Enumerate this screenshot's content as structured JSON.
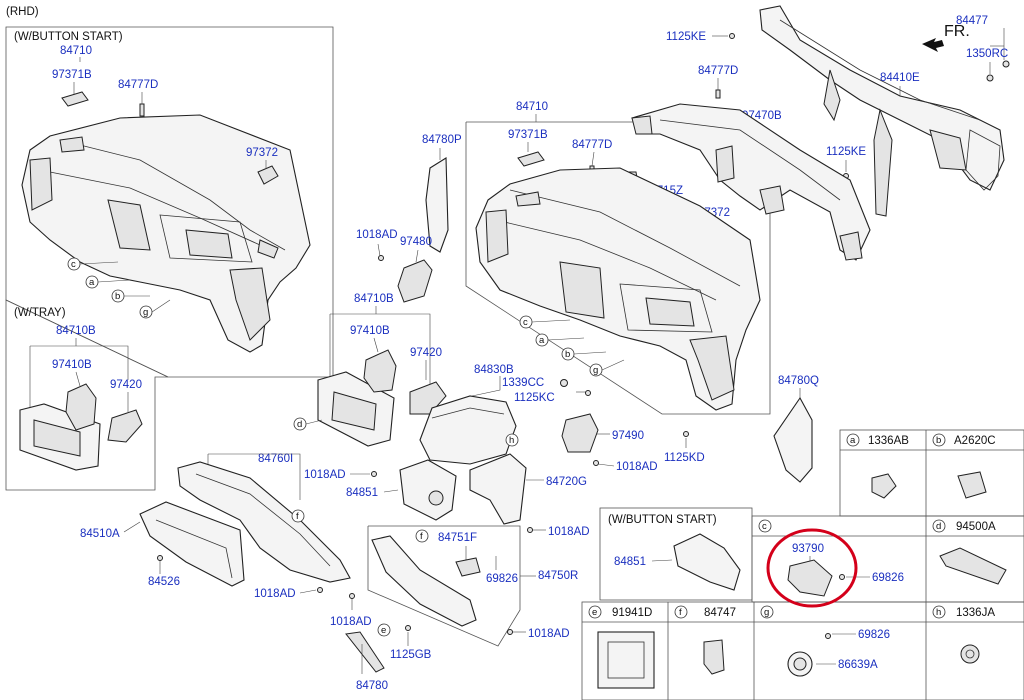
{
  "header": {
    "side": "(RHD)",
    "fr_label": "FR."
  },
  "boxes": {
    "button_start_1": "(W/BUTTON START)",
    "tray": "(W/TRAY)",
    "button_start_2": "(W/BUTTON START)"
  },
  "parts": {
    "p84710_a": "84710",
    "p97371B_a": "97371B",
    "p84777D_a": "84777D",
    "p97372_a": "97372",
    "p84710B_a": "84710B",
    "p97410B_a": "97410B",
    "p97420_a": "97420",
    "p84780P": "84780P",
    "p1018AD_a": "1018AD",
    "p97480": "97480",
    "p84710B_b": "84710B",
    "p97410B_b": "97410B",
    "p97420_b": "97420",
    "p84710_b": "84710",
    "p97371B_b": "97371B",
    "p84777D_b": "84777D",
    "p84715Z": "84715Z",
    "p97372_b": "97372",
    "p84830B": "84830B",
    "p1339CC": "1339CC",
    "p1125KC": "1125KC",
    "p97490": "97490",
    "p1018AD_b": "1018AD",
    "p1125KD": "1125KD",
    "p84780Q": "84780Q",
    "p84760I": "84760I",
    "p1018AD_c": "1018AD",
    "p84851_a": "84851",
    "p84720G": "84720G",
    "p84510A": "84510A",
    "p84526": "84526",
    "p1018AD_d": "1018AD",
    "p84751F": "84751F",
    "p69826_a": "69826",
    "p84750R": "84750R",
    "p1018AD_e": "1018AD",
    "p1018AD_f": "1018AD",
    "p1018AD_g": "1018AD",
    "p1125GB": "1125GB",
    "p84780": "84780",
    "p84851_b": "84851",
    "p1125KE_a": "1125KE",
    "p84777D_c": "84777D",
    "p97470B": "97470B",
    "p84410E": "84410E",
    "p1125KE_b": "1125KE",
    "p84477": "84477",
    "p1350RC": "1350RC",
    "p93790": "93790",
    "p69826_b": "69826",
    "p69826_c": "69826",
    "p86639A": "86639A"
  },
  "table": {
    "cells": [
      {
        "letter": "a",
        "part": "1336AB"
      },
      {
        "letter": "b",
        "part": "A2620C"
      },
      {
        "letter": "c",
        "part": ""
      },
      {
        "letter": "d",
        "part": "94500A"
      },
      {
        "letter": "e",
        "part": "91941D"
      },
      {
        "letter": "f",
        "part": "84747"
      },
      {
        "letter": "g",
        "part": ""
      },
      {
        "letter": "h",
        "part": "1336JA"
      }
    ]
  },
  "callouts": [
    "a",
    "b",
    "c",
    "d",
    "e",
    "f",
    "g",
    "h"
  ],
  "colors": {
    "part_number": "#1a2fbf",
    "highlight": "#d4001a",
    "line": "#222222"
  }
}
